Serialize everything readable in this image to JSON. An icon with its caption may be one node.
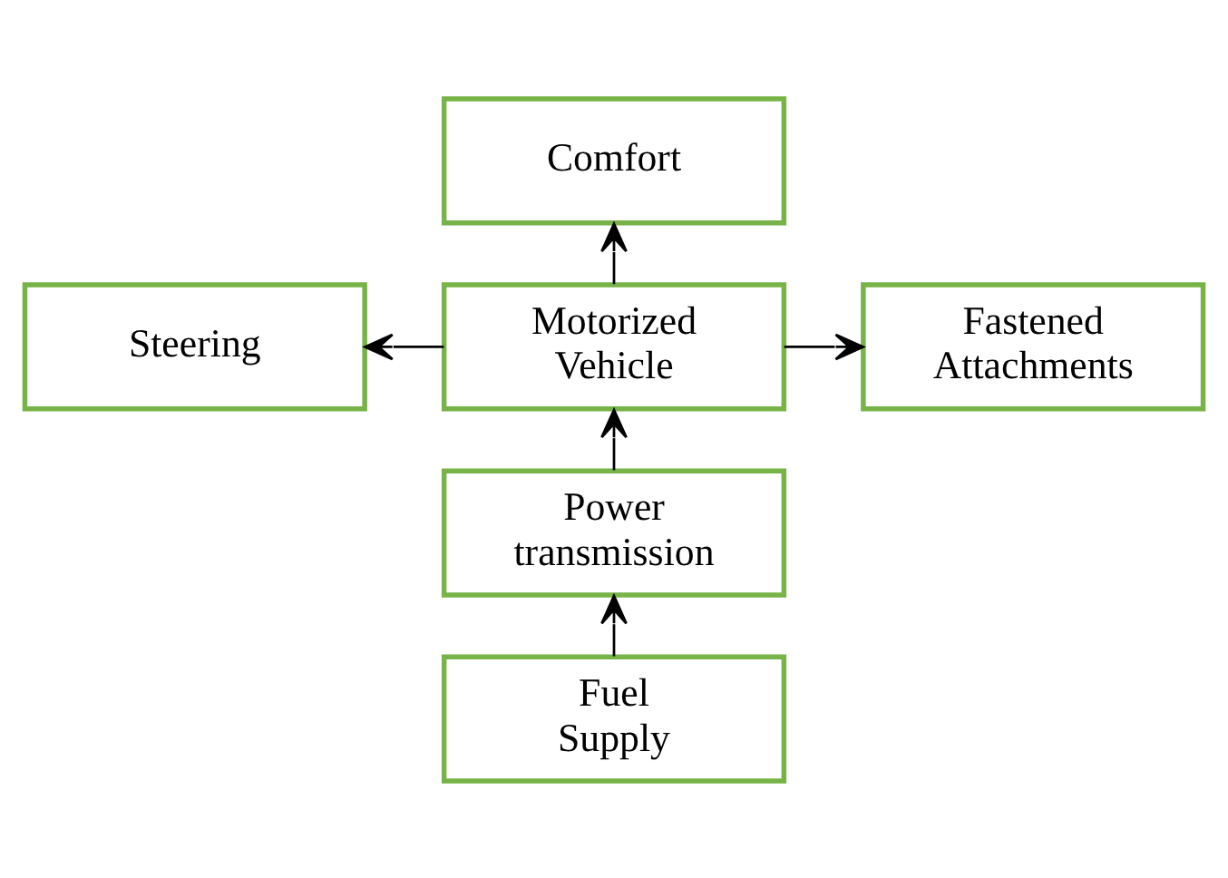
{
  "diagram": {
    "nodes": [
      {
        "text": [
          "Comfort"
        ]
      },
      {
        "text": [
          "Motorized Vehicle"
        ]
      },
      {
        "text": [
          "Steering"
        ]
      },
      {
        "text": [
          "Fastened Attachments"
        ]
      },
      {
        "text": [
          "Power transmission"
        ]
      },
      {
        "text": [
          "Fuel Supply"
        ]
      }
    ],
    "edges": [
      {
        "from": 1,
        "to": 0,
        "arrow": "to"
      },
      {
        "from": 1,
        "to": 2,
        "arrow": "to"
      },
      {
        "from": 1,
        "to": 3,
        "arrow": "to"
      },
      {
        "from": 4,
        "to": 1,
        "arrow": "to"
      },
      {
        "from": 5,
        "to": 4,
        "arrow": "to"
      }
    ]
  }
}
